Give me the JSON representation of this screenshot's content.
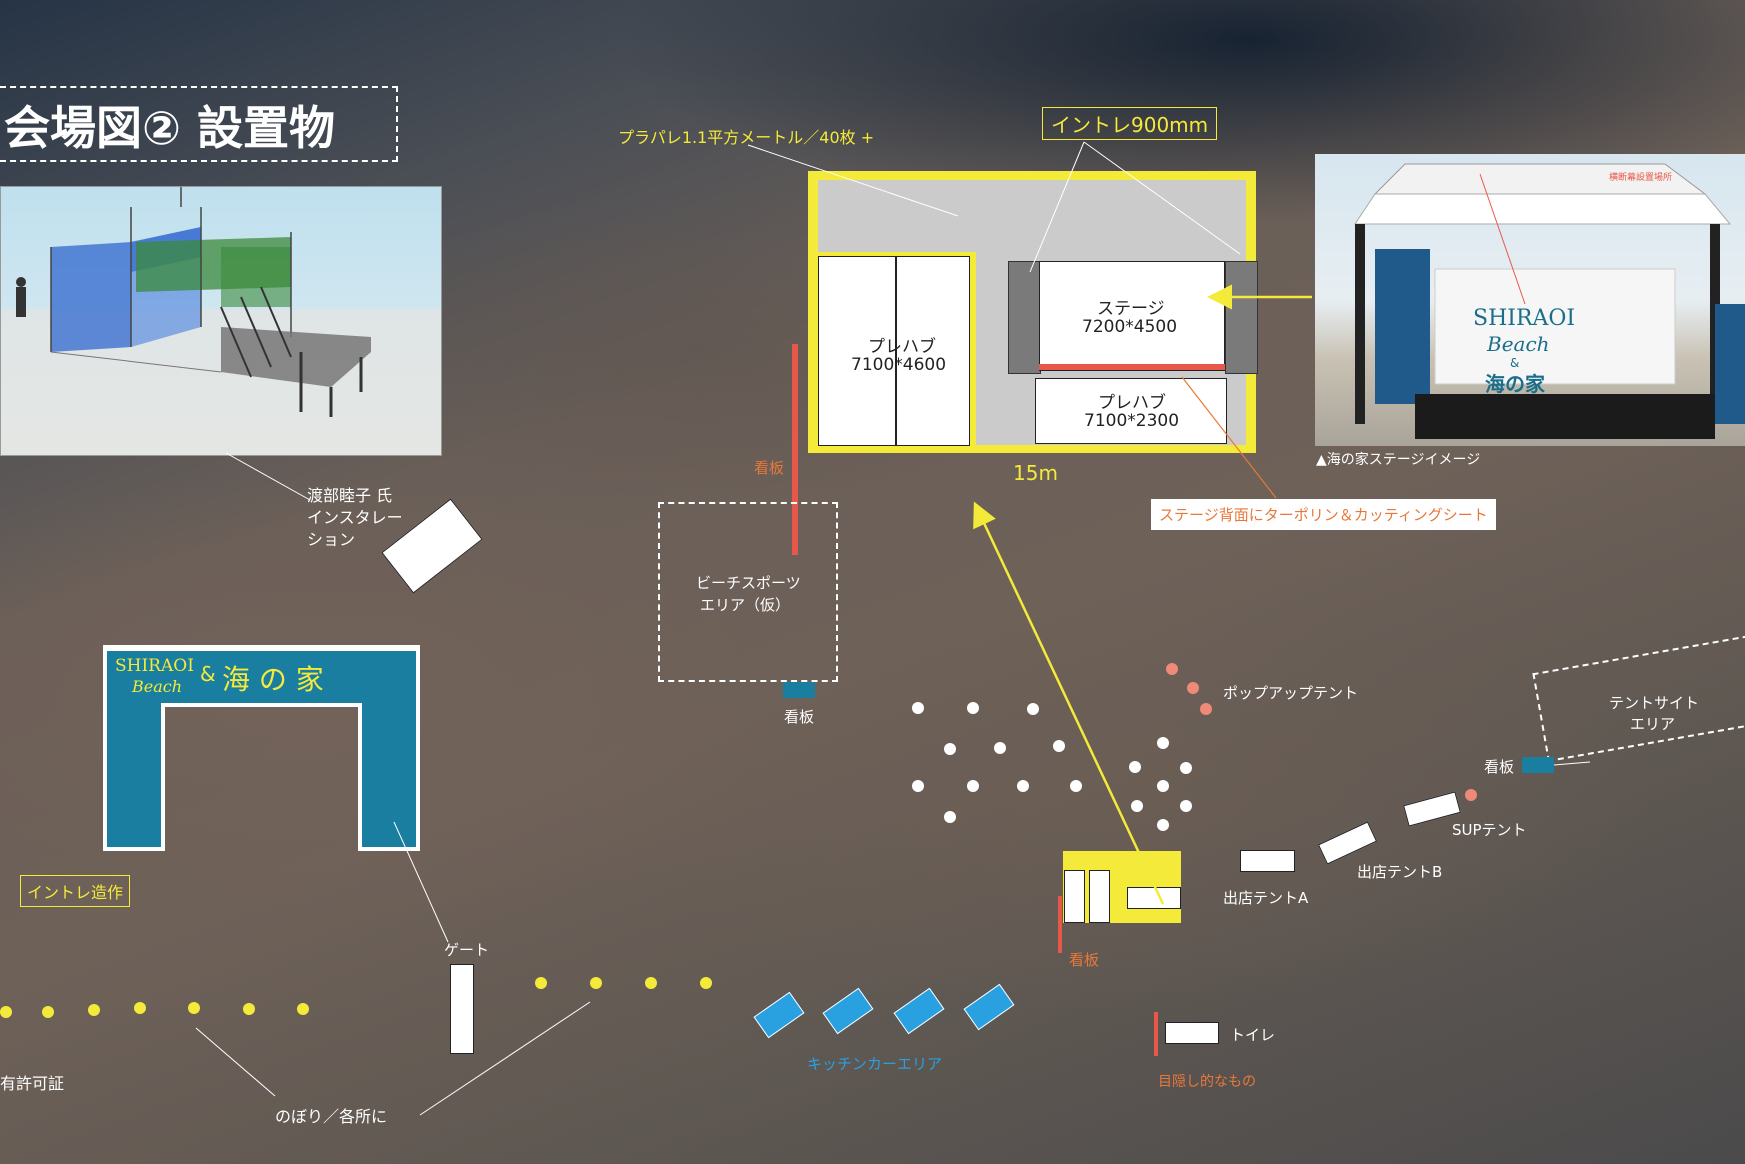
{
  "title": "会場図② 設置物",
  "labels": {
    "pallet": "プラパレ1.1平方メートル／40枚 +",
    "intore900": "イントレ900mm",
    "stage": "ステージ",
    "stage_size": "7200*4500",
    "prehab1": "プレハブ",
    "prehab1_size": "7100*4600",
    "prehab2": "プレハブ",
    "prehab2_size": "7100*2300",
    "width_15m": "15m",
    "stage_back_sheet": "ステージ背面にターポリン＆カッティングシート",
    "stage_image_caption": "▲海の家ステージイメージ",
    "photo_small_note": "横断幕設置場所",
    "installation_l1": "渡部睦子 氏",
    "installation_l2": "インスタレー",
    "installation_l3": "ション",
    "signboard_1": "看板",
    "beach_sports_l1": "ビーチスポーツ",
    "beach_sports_l2": "エリア（仮）",
    "signboard_2": "看板",
    "popup_tent": "ポップアップテント",
    "tent_site_l1": "テントサイト",
    "tent_site_l2": "エリア",
    "signboard_3": "看板",
    "sup_tent": "SUPテント",
    "shop_tent_b": "出店テントB",
    "shop_tent_a": "出店テントA",
    "signboard_4": "看板",
    "gate_intore": "イントレ造作",
    "gate": "ゲート",
    "toilet": "トイレ",
    "screen": "目隠し的なもの",
    "kitchen_car": "キッチンカーエリア",
    "permit": "有許可証",
    "nobori": "のぼり／各所に",
    "gate_logo_l1": "SHIRAOI",
    "gate_logo_l2": "Beach",
    "gate_logo_amp": "&",
    "gate_logo_jp": "海 の 家",
    "banner_logo_l1": "SHIRAOI",
    "banner_logo_l2": "Beach",
    "banner_logo_amp": "&",
    "banner_logo_jp": "海の家"
  },
  "colors": {
    "yellow": "#f4ea3a",
    "orange": "#e8783a",
    "red": "#e8584a",
    "teal": "#1a7ea0",
    "kitchen_blue": "#29a0e0",
    "pink_dot": "#f08a78"
  }
}
